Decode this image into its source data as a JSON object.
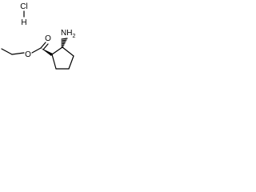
{
  "structure": {
    "salt_cl": "Cl",
    "salt_h": "H",
    "amine": "NH",
    "amine_subscript": "2",
    "ester_o_carbonyl": "O",
    "ester_o_ether": "O"
  }
}
